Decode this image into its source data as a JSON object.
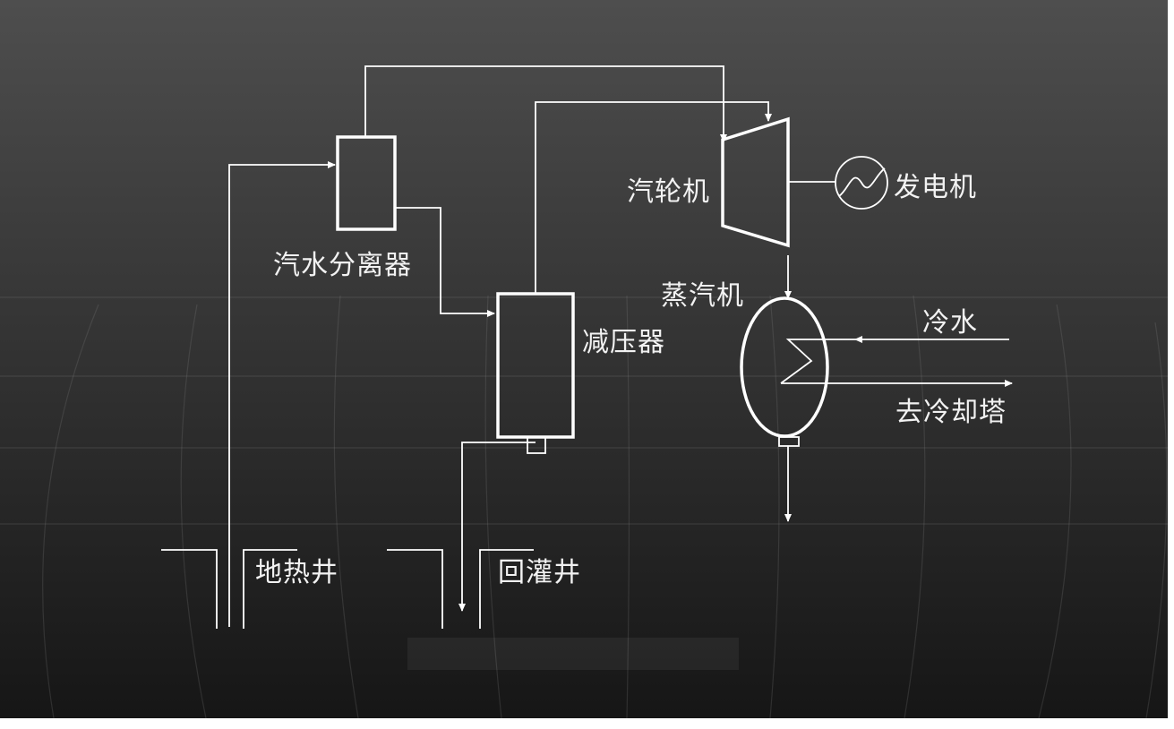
{
  "colors": {
    "background_top": "#4e4e4e",
    "background_bottom": "#161616",
    "line": "#ffffff",
    "grid": "#8a8a8a",
    "text": "#f2f2f2"
  },
  "labels": {
    "separator": "汽水分离器",
    "turbine": "汽轮机",
    "generator": "发电机",
    "steam_engine": "蒸汽机",
    "reducer": "减压器",
    "cold_water": "冷水",
    "to_cooling_tower": "去冷却塔",
    "geothermal_well": "地热井",
    "reinjection_well": "回灌井"
  }
}
